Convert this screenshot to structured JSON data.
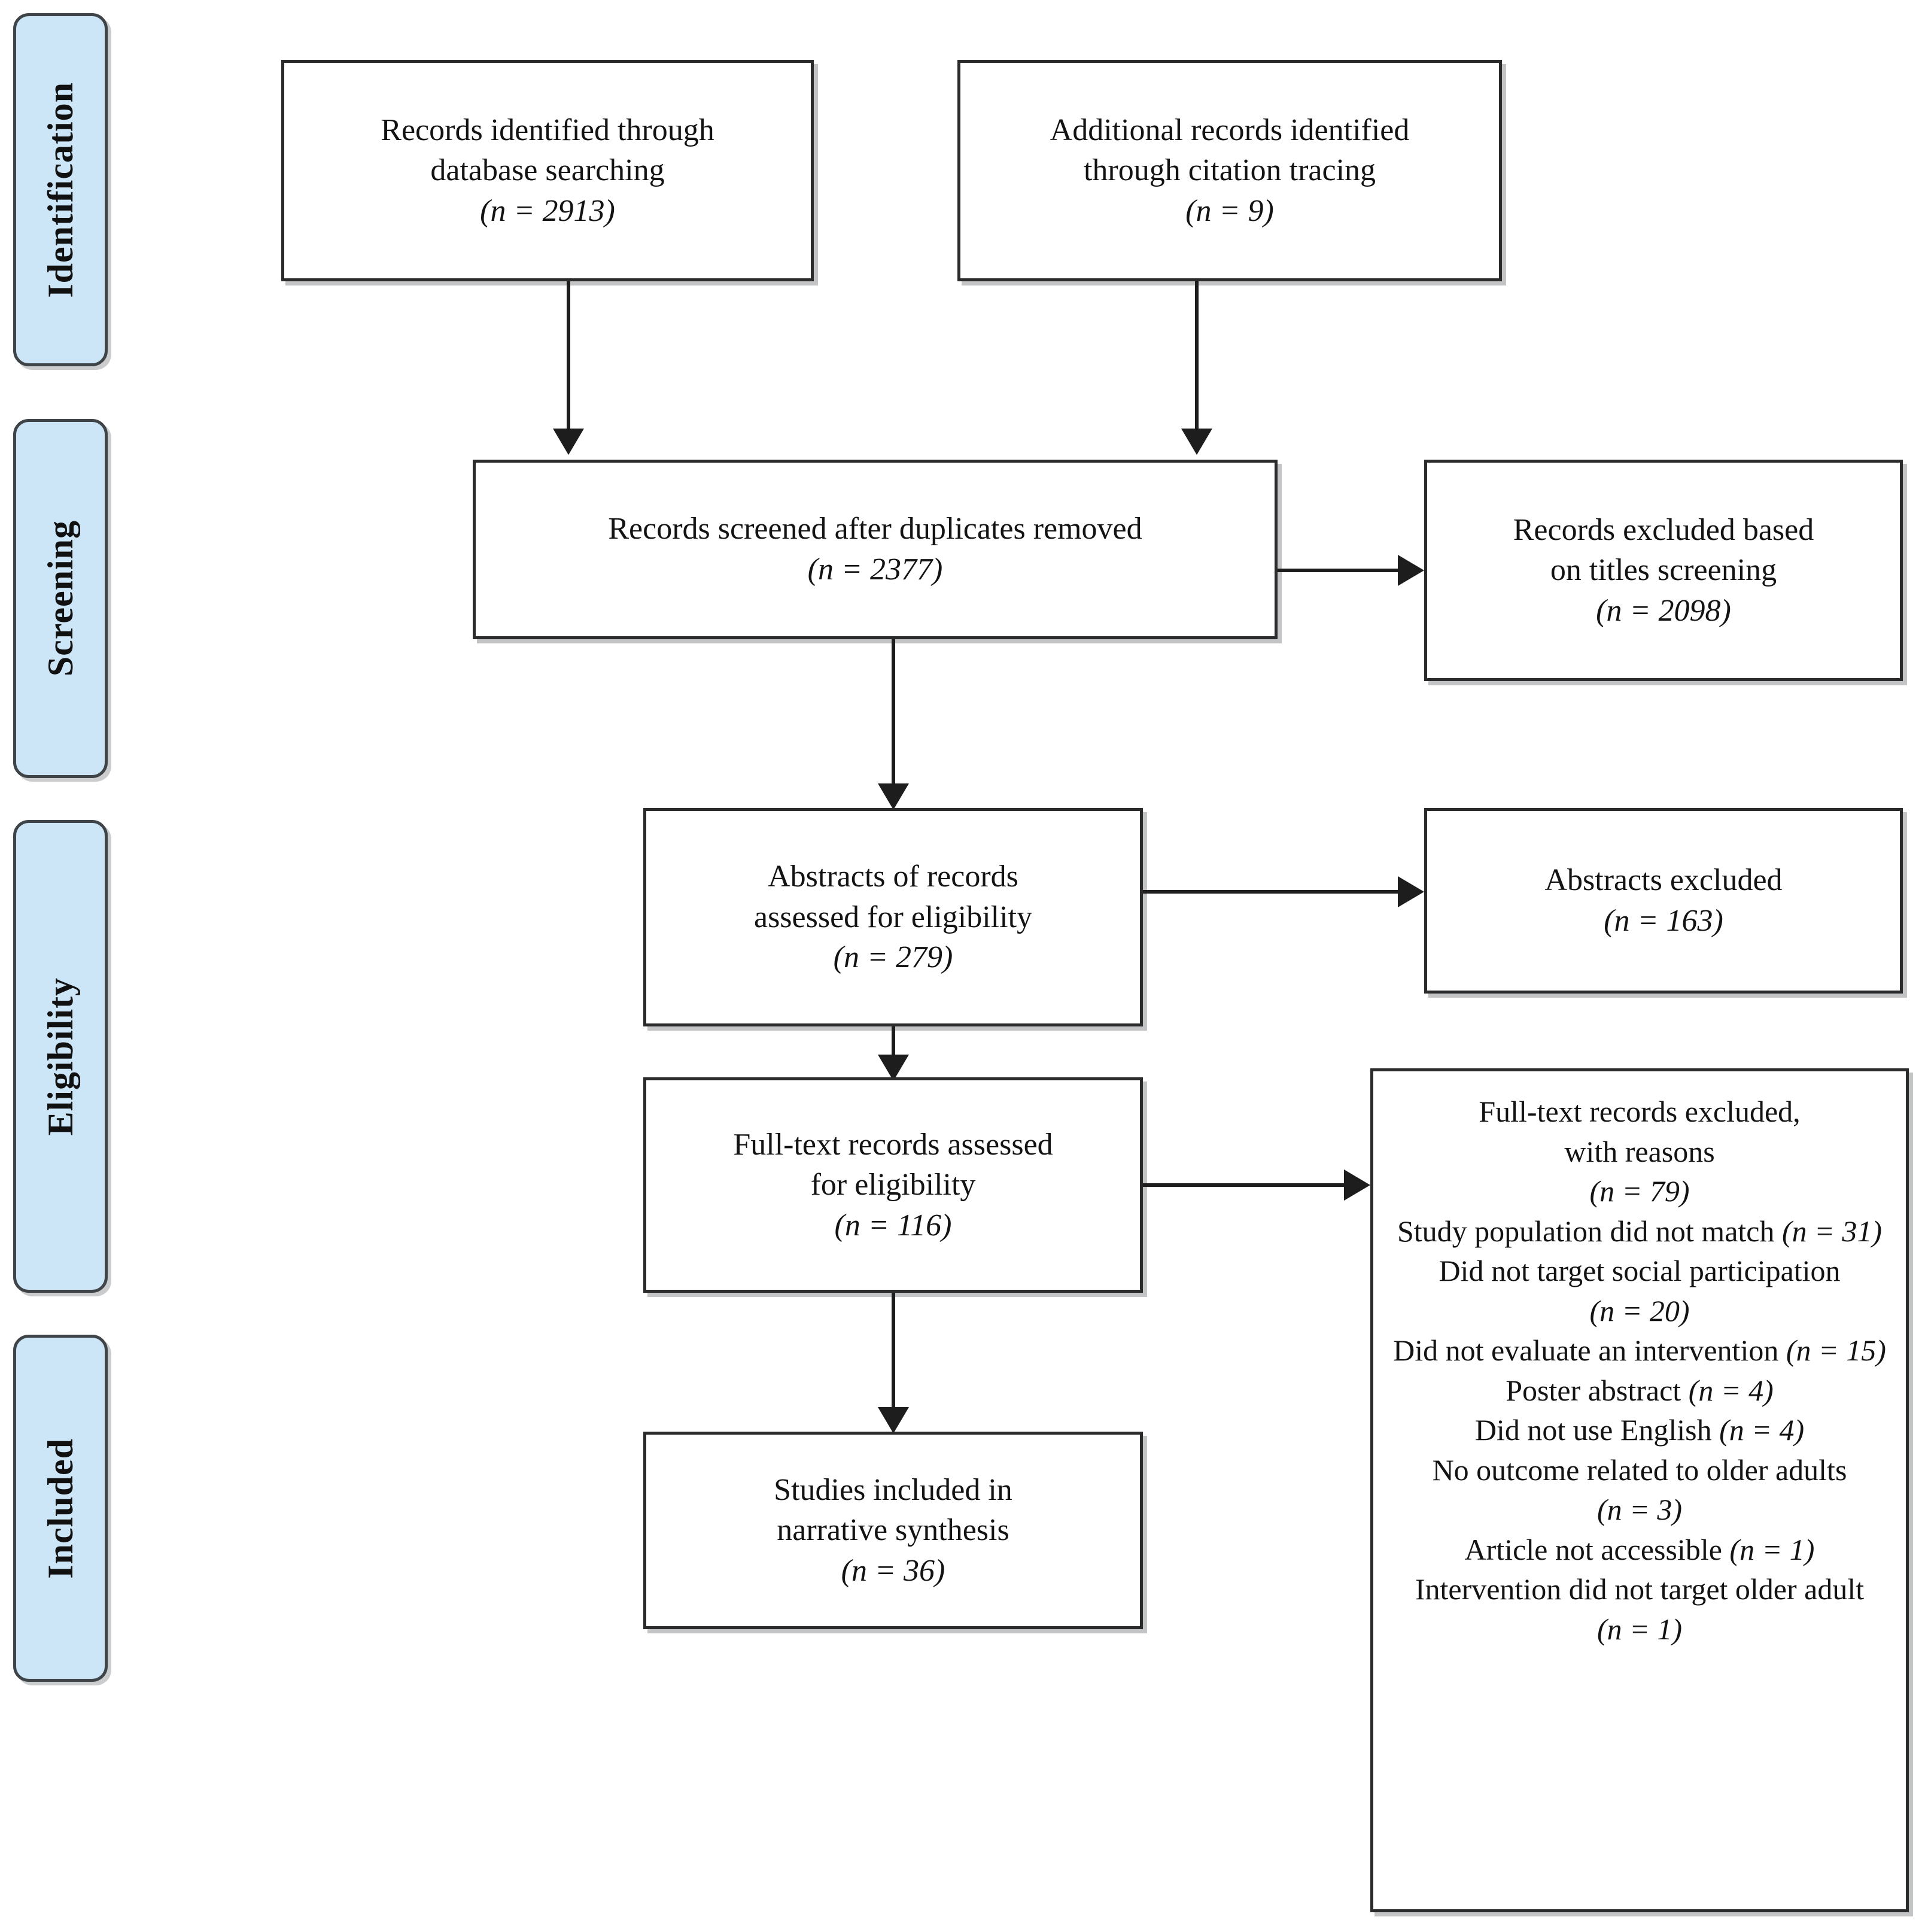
{
  "diagram": {
    "type": "prisma-flow-diagram",
    "title": "PRISMA study selection flow diagram"
  },
  "phases": [
    {
      "id": "identification",
      "label": "Identification"
    },
    {
      "id": "screening",
      "label": "Screening"
    },
    {
      "id": "eligibility",
      "label": "Eligibility"
    },
    {
      "id": "included",
      "label": "Included"
    }
  ],
  "boxes": {
    "db_search": {
      "line1": "Records identified through",
      "line2": "database searching",
      "n_prefix": "(",
      "n_symbol": "n",
      "n_eq": " = ",
      "n_value": "2913",
      "n_suffix": ")",
      "n_text": "(n = 2913)"
    },
    "citation_tracing": {
      "line1": "Additional records identified",
      "line2": "through citation tracing",
      "n_text": "(n = 9)",
      "n_value": "9"
    },
    "screened": {
      "line1": "Records screened after duplicates removed",
      "n_text": "(n = 2377)",
      "n_value": "2377"
    },
    "excluded_titles": {
      "line1": "Records excluded based",
      "line2": "on titles screening",
      "n_text": "(n = 2098)",
      "n_value": "2098"
    },
    "abstracts_assessed": {
      "line1": "Abstracts of records",
      "line2": "assessed for eligibility",
      "n_text": "(n = 279)",
      "n_value": "279"
    },
    "abstracts_excluded": {
      "line1": "Abstracts excluded",
      "n_text": "(n = 163)",
      "n_value": "163"
    },
    "fulltext_assessed": {
      "line1": "Full-text records assessed",
      "line2": "for eligibility",
      "n_text": "(n = 116)",
      "n_value": "116"
    },
    "included_studies": {
      "line1": "Studies included in",
      "line2": "narrative synthesis",
      "n_text": "(n = 36)",
      "n_value": "36"
    },
    "fulltext_excluded": {
      "line1": "Full-text records excluded,",
      "line2": "with reasons",
      "n_text": "(n = 79)",
      "n_value": "79",
      "reasons": [
        {
          "text": "Study population did not match",
          "n_text": "(n = 31)",
          "n_value": "31"
        },
        {
          "text": "Did not target social participation",
          "n_text": "(n = 20)",
          "n_value": "20"
        },
        {
          "text": "Did not evaluate an intervention",
          "n_text": "(n = 15)",
          "n_value": "15"
        },
        {
          "text": "Poster abstract",
          "n_text": "(n = 4)",
          "n_value": "4"
        },
        {
          "text": "Did not use English",
          "n_text": "(n = 4)",
          "n_value": "4"
        },
        {
          "text": "No outcome related to older adults",
          "n_text": "(n = 3)",
          "n_value": "3"
        },
        {
          "text": "Article not accessible",
          "n_text": "(n = 1)",
          "n_value": "1"
        },
        {
          "text": "Intervention did not target older adult",
          "n_text": "(n = 1)",
          "n_value": "1"
        }
      ]
    }
  },
  "colors": {
    "phase_fill": "#cde6f7",
    "phase_border": "#3f4448",
    "box_border": "#2b2b2b",
    "connector": "#1d1d1d",
    "background": "#ffffff"
  }
}
